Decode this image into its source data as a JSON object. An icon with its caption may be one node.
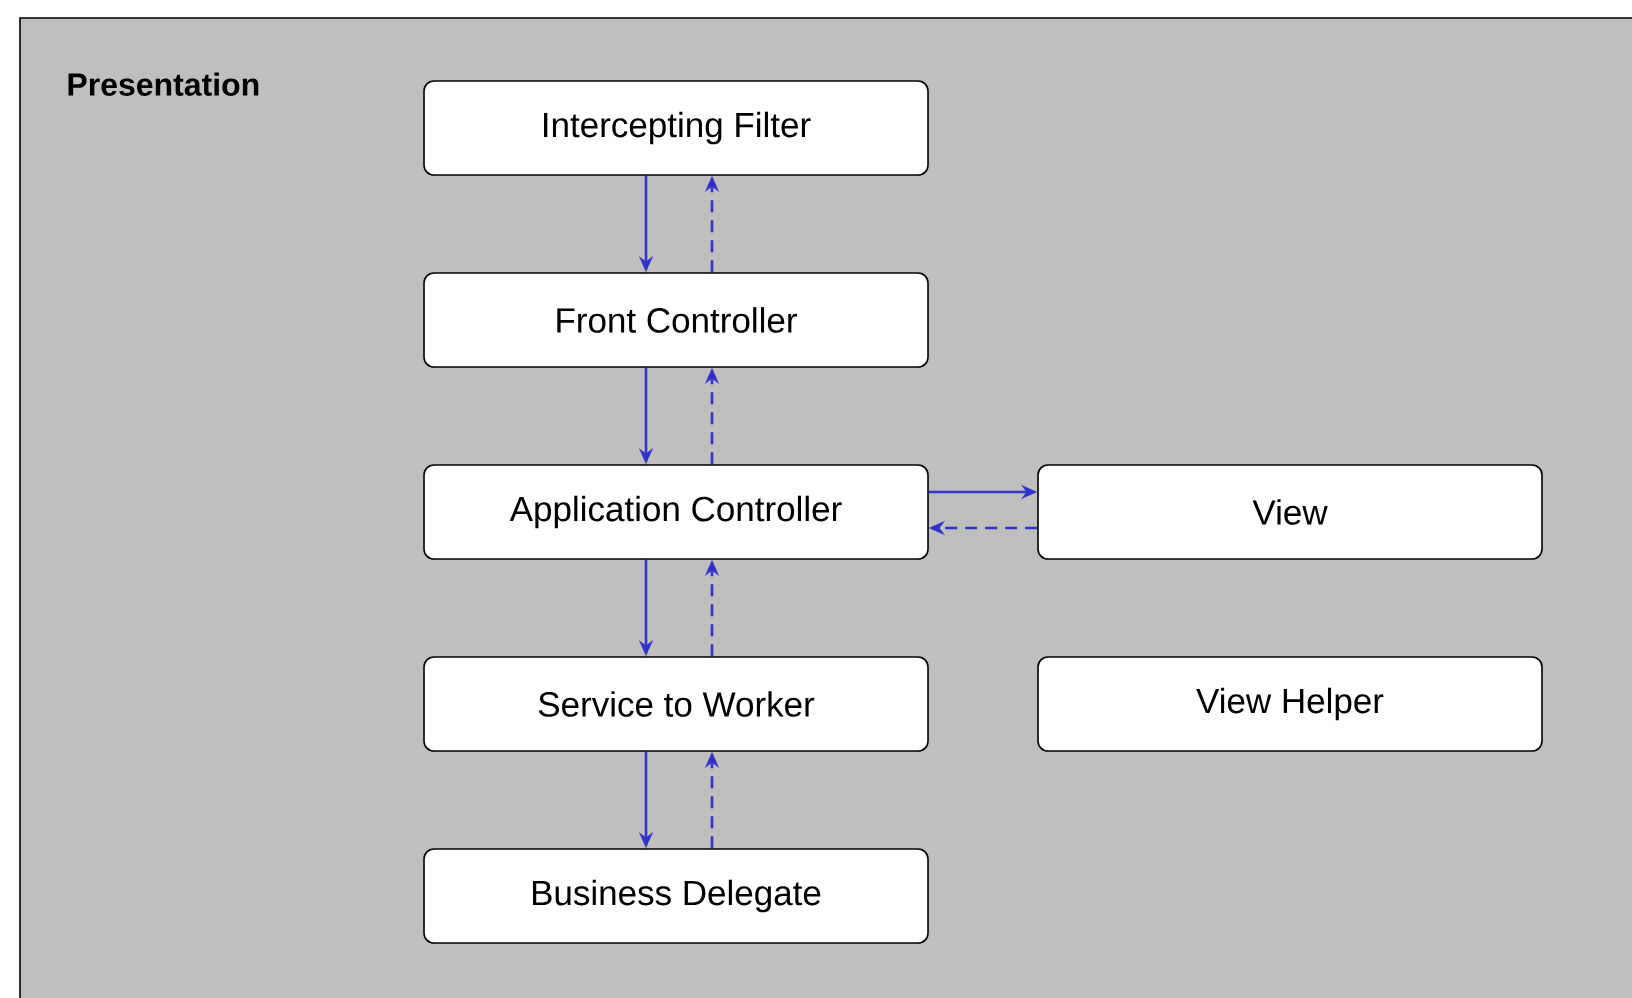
{
  "diagram": {
    "nodes": [
      {
        "text": [
          "Presentation"
        ]
      },
      {
        "text": [
          "Intercepting Filter"
        ],
        "in": 0
      },
      {
        "text": [
          "Front Controller"
        ],
        "in": 0
      },
      {
        "text": [
          "Application Controller"
        ],
        "in": 0
      },
      {
        "text": [
          "Service to Worker"
        ],
        "in": 0
      },
      {
        "text": [
          "Business Delegate"
        ],
        "in": 0
      },
      {
        "text": [
          "View"
        ],
        "in": 0
      },
      {
        "text": [
          "View Helper"
        ],
        "in": 0
      }
    ],
    "edges": [
      {
        "from": 1,
        "to": 2,
        "arrow": "to"
      },
      {
        "from": 2,
        "to": 1,
        "arrow": "to",
        "style": "dashed"
      },
      {
        "from": 2,
        "to": 3,
        "arrow": "to"
      },
      {
        "from": 3,
        "to": 2,
        "arrow": "to",
        "style": "dashed"
      },
      {
        "from": 3,
        "to": 4,
        "arrow": "to"
      },
      {
        "from": 4,
        "to": 3,
        "arrow": "to",
        "style": "dashed"
      },
      {
        "from": 4,
        "to": 5,
        "arrow": "to"
      },
      {
        "from": 5,
        "to": 4,
        "arrow": "to",
        "style": "dashed"
      },
      {
        "from": 3,
        "to": 6,
        "arrow": "to"
      },
      {
        "from": 6,
        "to": 3,
        "arrow": "to",
        "style": "dashed"
      }
    ]
  }
}
